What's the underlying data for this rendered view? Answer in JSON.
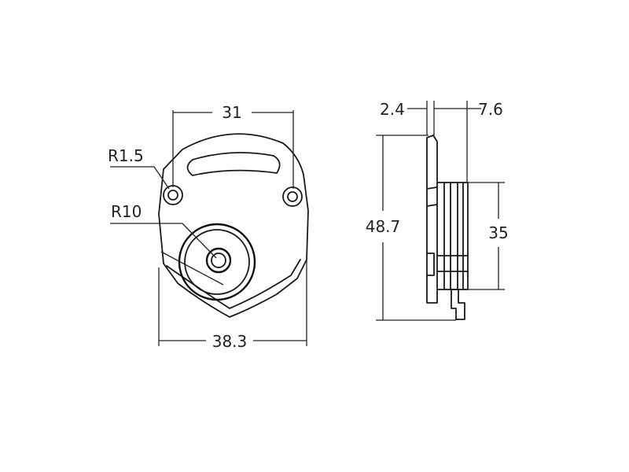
{
  "front_view": {
    "top_width": "31",
    "bottom_width": "38.3",
    "small_hole_radius": "R1.5",
    "boss_radius": "R10"
  },
  "side_view": {
    "plate_thickness": "2.4",
    "overall_depth": "7.6",
    "overall_height": "48.7",
    "stack_height": "35"
  }
}
